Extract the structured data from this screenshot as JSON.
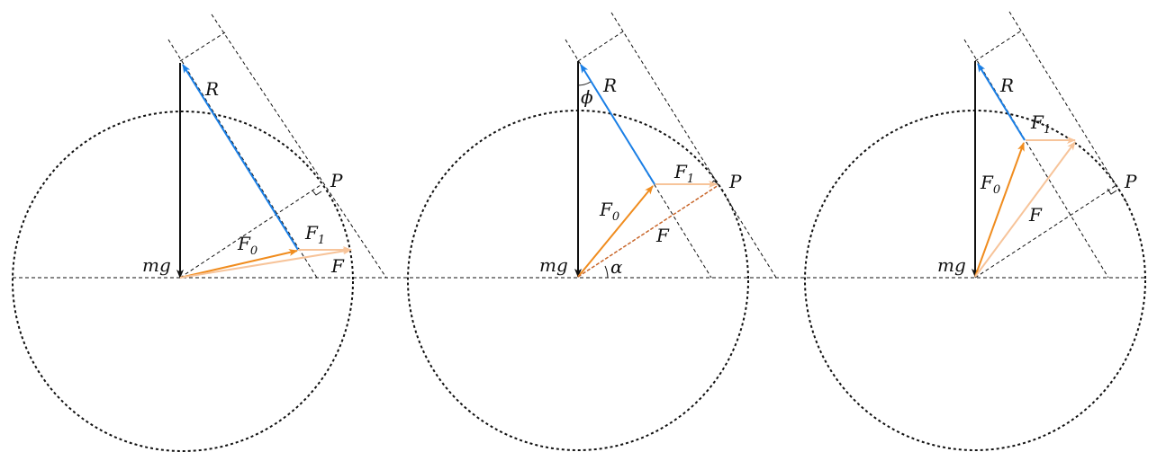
{
  "labels": {
    "R": "R",
    "P": "P",
    "F": "F",
    "F_base": "F",
    "sub0": "0",
    "sub1": "1",
    "mg": "mg",
    "phi": "ϕ",
    "alpha": "α"
  },
  "colors": {
    "weight": "#111111",
    "R": "#1a7fe6",
    "F0": "#f08c1e",
    "F1": "#f7c49a",
    "F": "#f7c49a",
    "F_dashed": "#c8662a",
    "guides": "#111111"
  },
  "panels": [
    {
      "id": "left",
      "F_style": "solid"
    },
    {
      "id": "middle",
      "F_style": "dashed"
    },
    {
      "id": "right",
      "F_style": "solid"
    }
  ]
}
